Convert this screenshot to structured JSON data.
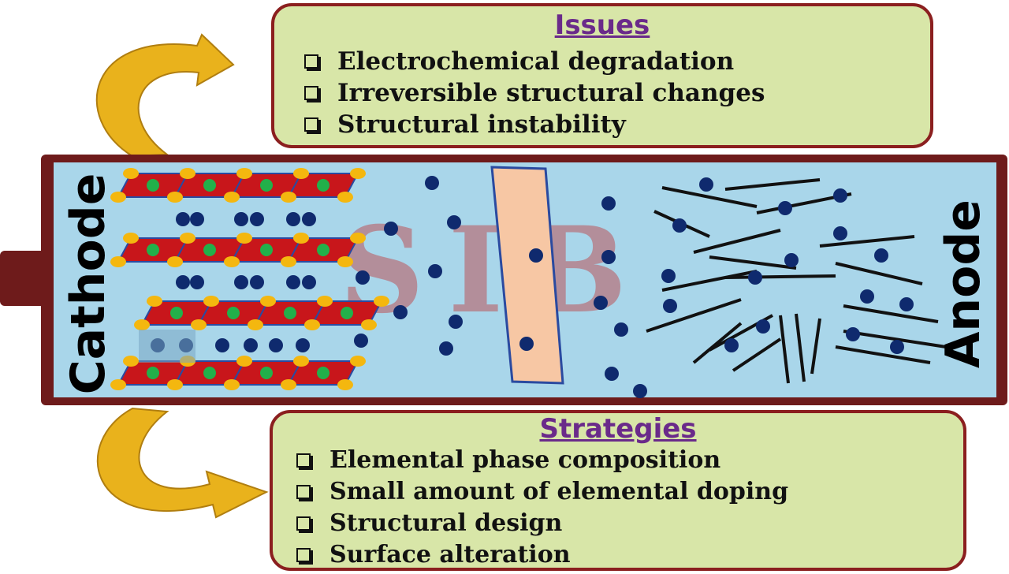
{
  "issues": {
    "title": "Issues",
    "items": [
      "Electrochemical degradation",
      "Irreversible structural changes",
      "Structural instability"
    ]
  },
  "strategies": {
    "title": "Strategies",
    "items": [
      "Elemental phase composition",
      "Small amount of elemental doping",
      "Structural design",
      "Surface alteration"
    ]
  },
  "battery": {
    "cathode_label": "Cathode",
    "anode_label": "Anode",
    "watermark": "SIB"
  },
  "colors": {
    "box_fill": "#d8e6a8",
    "box_border": "#8b1f1f",
    "title_color": "#6a2a8a",
    "electrolyte": "#a9d6ea",
    "casing": "#6e1b1b",
    "separator": "#f7c7a4",
    "ion": "#0f2a6e",
    "octahedron": "#c8161b",
    "octahedron_center": "#22b04a",
    "vertex": "#f4b70f",
    "arrow": "#e9b21c"
  }
}
